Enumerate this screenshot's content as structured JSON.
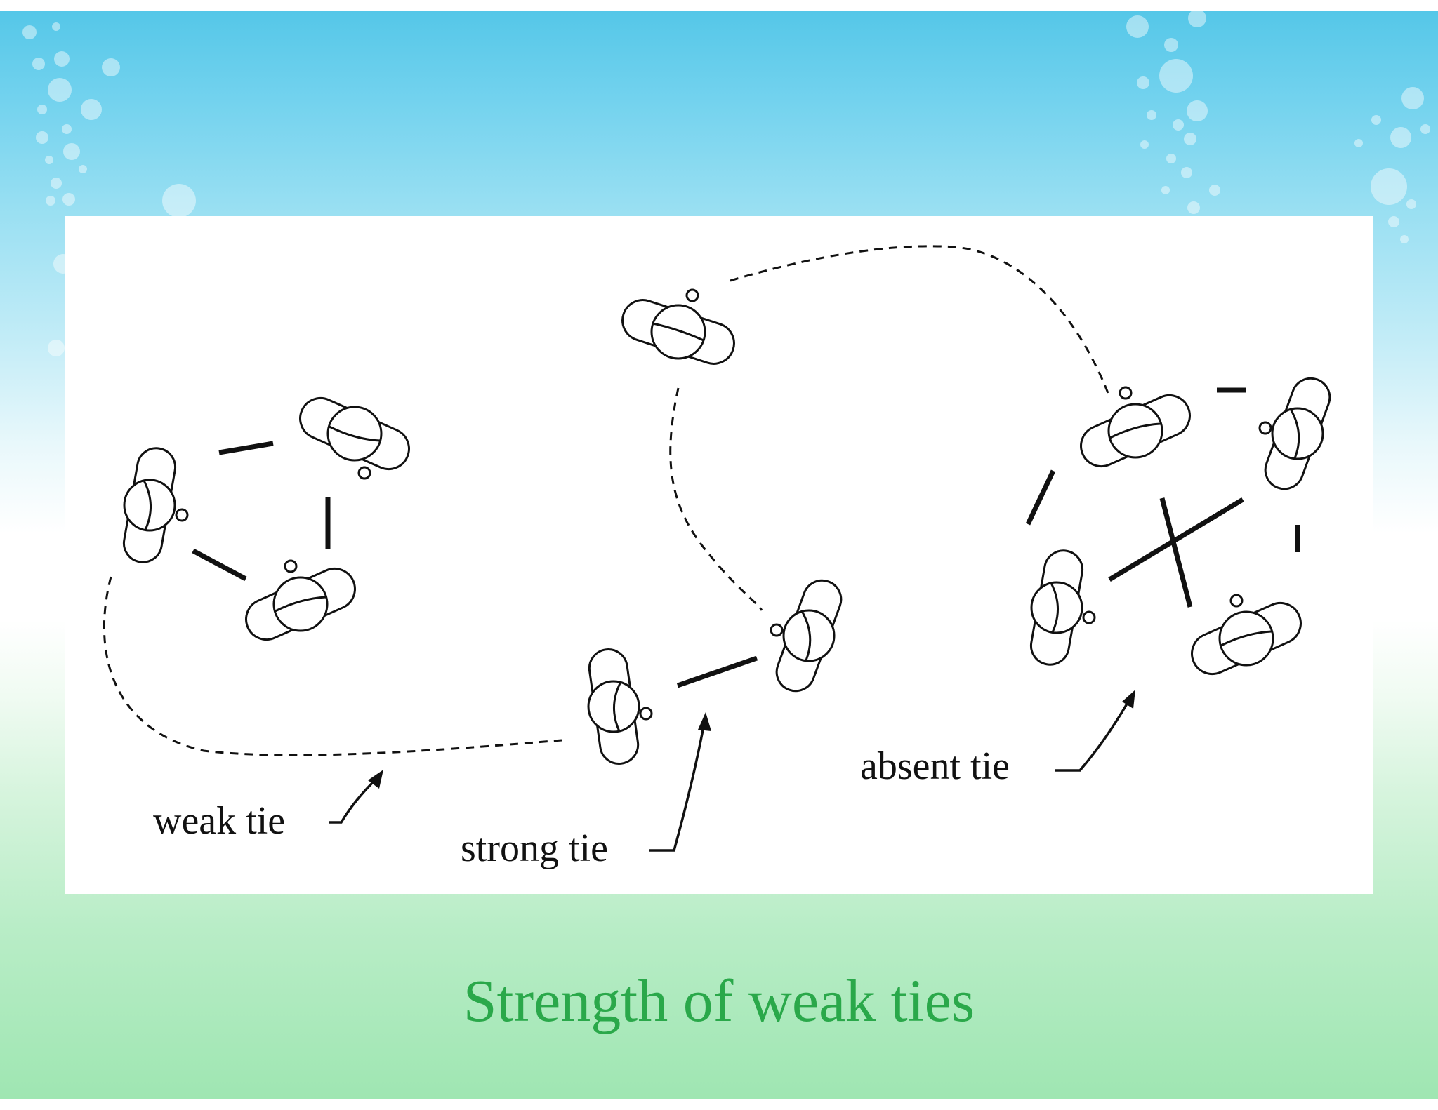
{
  "slide": {
    "title": "Strength of weak ties",
    "title_color": "#2aa84a",
    "background_top": "#55c7e8",
    "background_bottom": "#9fe6b2"
  },
  "diagram": {
    "labels": {
      "weak": "weak tie",
      "strong": "strong tie",
      "absent": "absent tie"
    },
    "clusters": [
      {
        "name": "left-cluster",
        "people": 3,
        "ties": [
          "strong",
          "strong",
          "strong"
        ]
      },
      {
        "name": "middle-pair",
        "people": 2,
        "ties": [
          "strong"
        ]
      },
      {
        "name": "top-person",
        "people": 1,
        "ties": []
      },
      {
        "name": "right-cluster",
        "people": 4,
        "ties": [
          "strong",
          "strong",
          "strong",
          "absent"
        ]
      }
    ],
    "bridges": [
      "weak",
      "weak",
      "weak"
    ]
  }
}
